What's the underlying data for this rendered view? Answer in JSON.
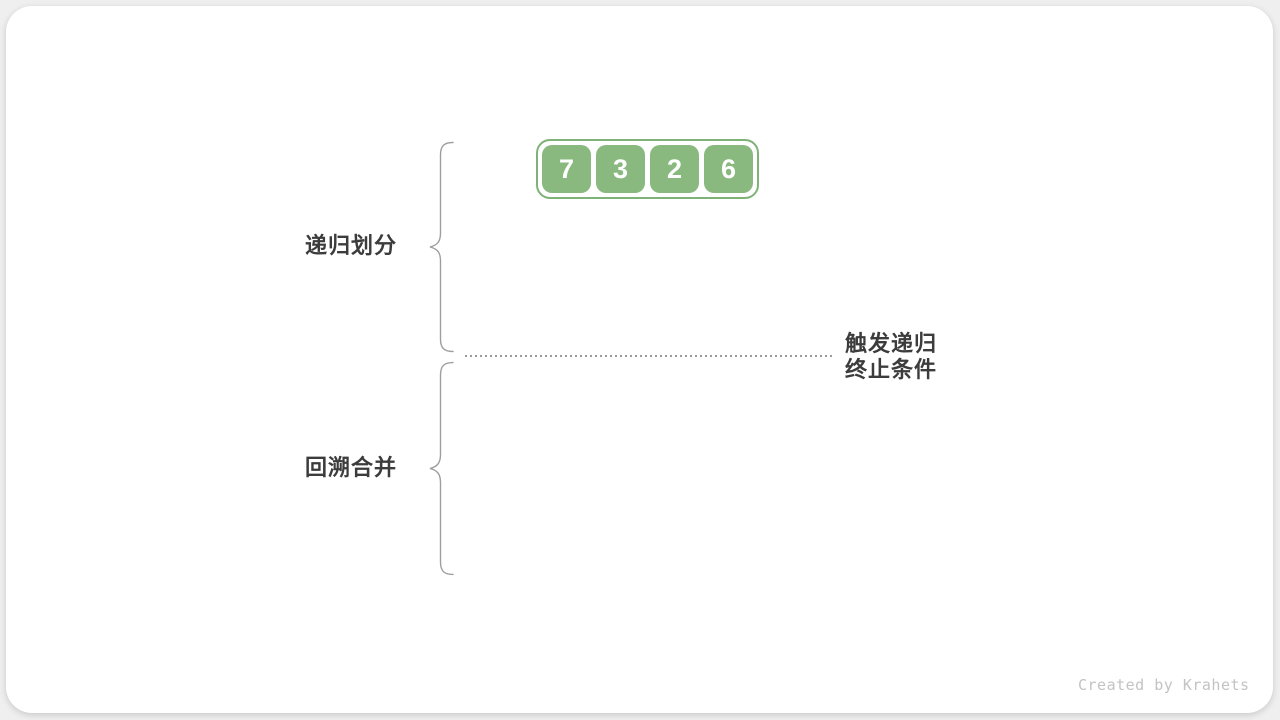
{
  "page": {
    "footer": "Created by Krahets"
  },
  "diagram": {
    "array": {
      "values": [
        "7",
        "3",
        "2",
        "6"
      ]
    },
    "labels": {
      "divide": "递归划分",
      "merge": "回溯合并",
      "trigger_line1": "触发递归",
      "trigger_line2": "终止条件"
    }
  },
  "colors": {
    "box_green": "#8ab980",
    "box_border_green": "#7fb277",
    "text_dark": "#3c3c3c",
    "brace_gray": "#9e9e9e",
    "dotted_gray": "#999999",
    "footer_gray": "#c3c3c3",
    "card_bg": "#ffffff",
    "page_bg": "#efefef"
  }
}
